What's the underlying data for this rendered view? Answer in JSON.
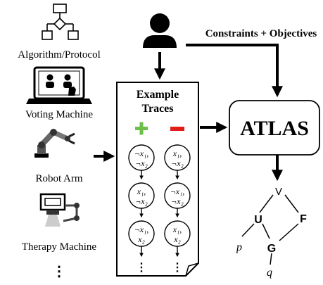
{
  "sources": [
    {
      "label": "Algorithm/Protocol",
      "icon": "flowchart-icon"
    },
    {
      "label": "Voting Machine",
      "icon": "laptop-users-icon"
    },
    {
      "label": "Robot Arm",
      "icon": "robot-arm-icon"
    },
    {
      "label": "Therapy Machine",
      "icon": "therapy-machine-icon"
    }
  ],
  "sources_more": "⋮",
  "constraints_label": "Constraints + Objectives",
  "traces": {
    "title_line1": "Example",
    "title_line2": "Traces",
    "positive_symbol": "+",
    "negative_symbol": "−",
    "positive_color": "#6cc04a",
    "negative_color": "#e21b1b",
    "positive": [
      {
        "line1": "¬x₁,",
        "line2": "¬x₂"
      },
      {
        "line1": "x₁,",
        "line2": "¬x₂"
      },
      {
        "line1": "¬x₁,",
        "line2": "x₂"
      }
    ],
    "negative": [
      {
        "line1": "x₁,",
        "line2": "¬x₂"
      },
      {
        "line1": "¬x₁,",
        "line2": "¬x₂"
      },
      {
        "line1": "x₁,",
        "line2": "x₂"
      }
    ],
    "more": "⋮"
  },
  "atlas_label": "ATLAS",
  "formula_tree": {
    "root": "V",
    "left": "U",
    "right": "F",
    "leaf_p": "p",
    "child_g": "G",
    "leaf_q": "q"
  }
}
